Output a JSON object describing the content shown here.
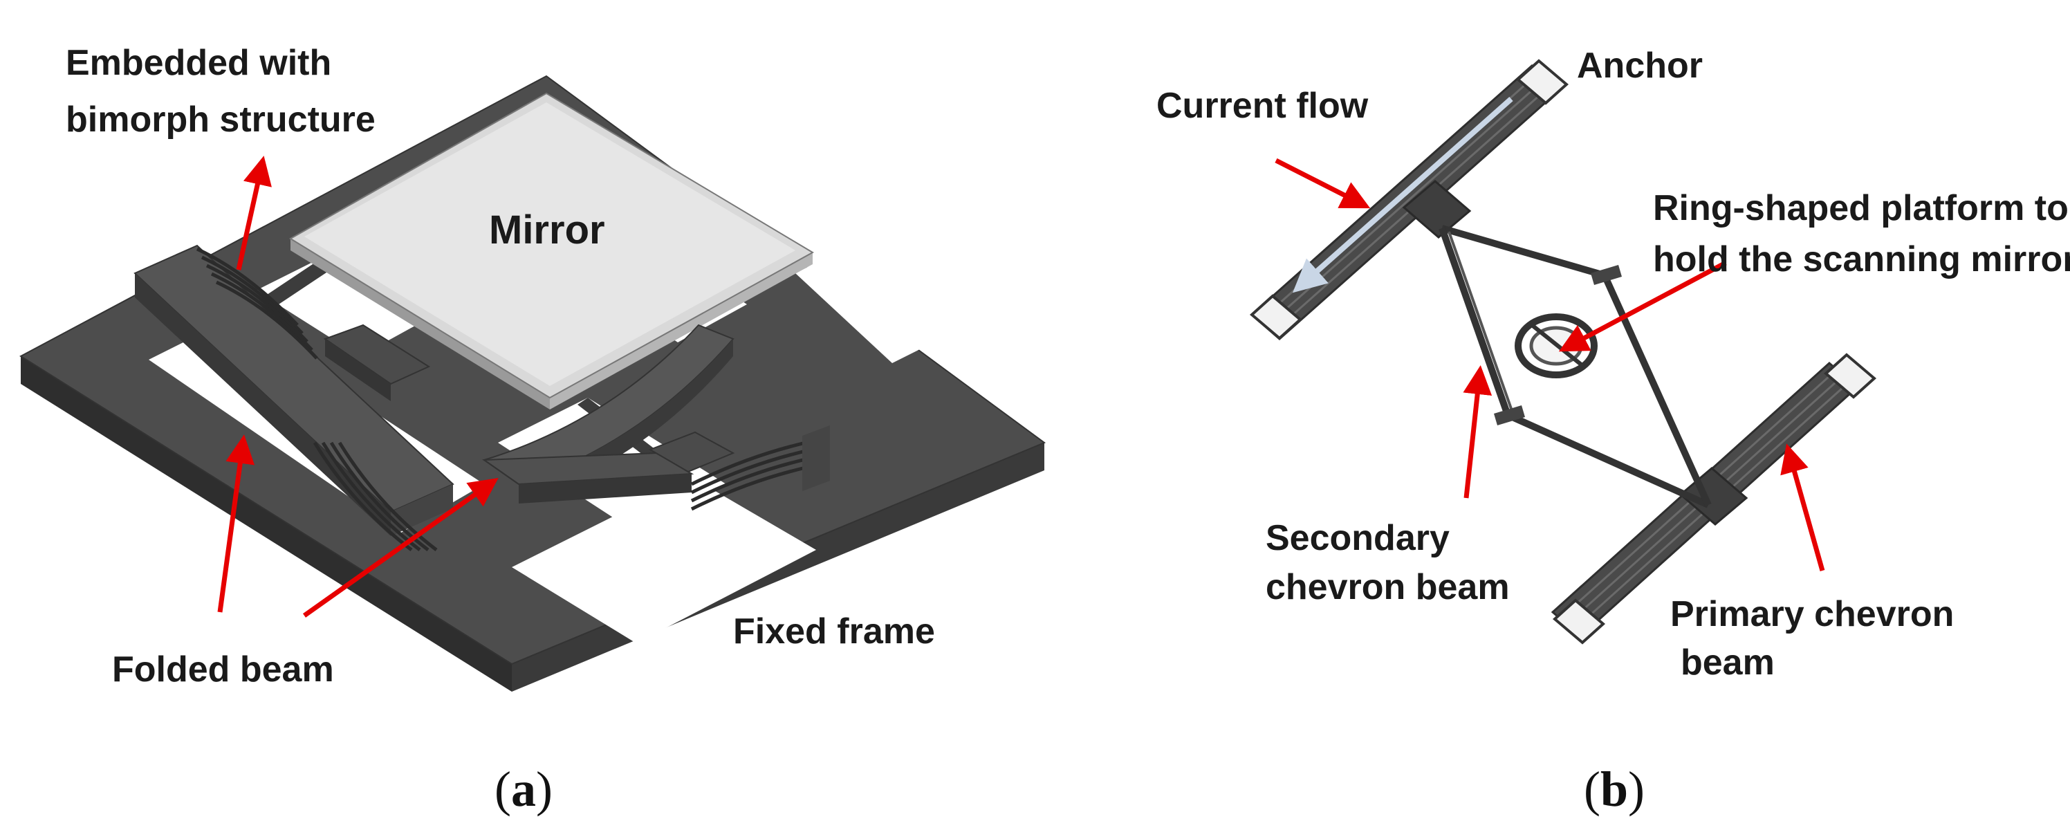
{
  "panel_a": {
    "caption_open": "(",
    "caption_letter": "a",
    "caption_close": ")",
    "labels": {
      "embedded_line1": "Embedded with",
      "embedded_line2": "bimorph structure",
      "mirror": "Mirror",
      "folded_beam": "Folded beam",
      "fixed_frame": "Fixed frame"
    }
  },
  "panel_b": {
    "caption_open": "(",
    "caption_letter": "b",
    "caption_close": ")",
    "labels": {
      "anchor": "Anchor",
      "current_flow": "Current flow",
      "ring_line1": "Ring-shaped platform to",
      "ring_line2": "hold the scanning mirror",
      "secondary_line1": "Secondary",
      "secondary_line2": "chevron beam",
      "primary_line1": "Primary chevron",
      "primary_line2": "beam"
    }
  },
  "colors": {
    "structure_dark": "#4a4a4a",
    "structure_mid": "#5c5c5c",
    "structure_edge": "#333333",
    "mirror_face": "#e6e6e6",
    "arrow": "#e60000",
    "text": "#1a1a1a"
  }
}
